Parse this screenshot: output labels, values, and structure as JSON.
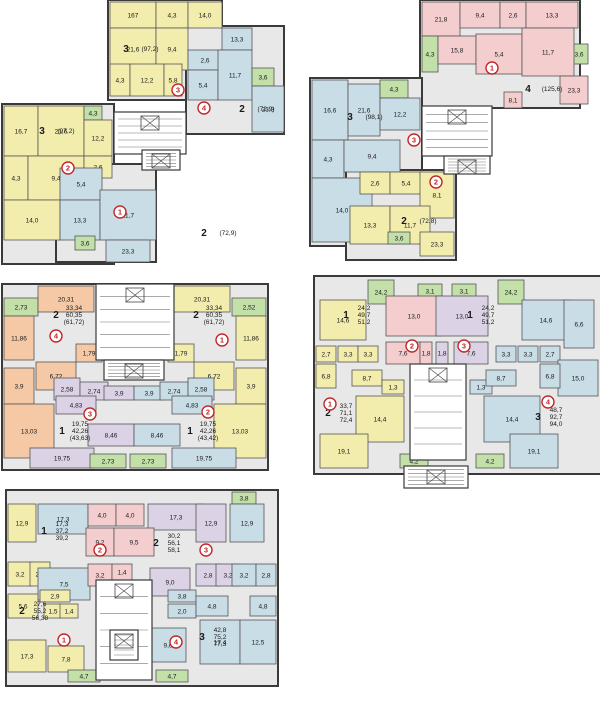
{
  "palette": {
    "yellow": "#f2ecad",
    "blue": "#c9dde6",
    "pink": "#f4cdcf",
    "lilac": "#dcd2e6",
    "green": "#c2e0a8",
    "orange": "#f5c9a6",
    "core": "#ffffff",
    "wall": "#3a3a3a",
    "badge": "#c0282a"
  },
  "plans": [
    {
      "id": "plan-a",
      "rooms": [
        {
          "color": "yellow",
          "label": "167"
        },
        {
          "color": "yellow",
          "label": "4,3"
        },
        {
          "color": "yellow",
          "label": "14,0"
        },
        {
          "color": "yellow",
          "label": "21,6"
        },
        {
          "color": "yellow",
          "label": "9,4"
        },
        {
          "color": "yellow",
          "label": "4,3"
        },
        {
          "color": "yellow",
          "label": "12,2"
        },
        {
          "color": "yellow",
          "label": "5,8"
        },
        {
          "color": "blue",
          "label": "13,3"
        },
        {
          "color": "blue",
          "label": "2,6"
        },
        {
          "color": "blue",
          "label": "5,4"
        },
        {
          "color": "blue",
          "label": "11,7"
        },
        {
          "color": "green",
          "label": "3,6"
        },
        {
          "color": "blue",
          "label": "23,3"
        },
        {
          "color": "yellow",
          "label": "16,7"
        },
        {
          "color": "yellow",
          "label": "21,6"
        },
        {
          "color": "green",
          "label": "4,3"
        },
        {
          "color": "yellow",
          "label": "12,2"
        },
        {
          "color": "yellow",
          "label": "4,3"
        },
        {
          "color": "yellow",
          "label": "9,4"
        },
        {
          "color": "yellow",
          "label": "2,6"
        },
        {
          "color": "yellow",
          "label": "14,0"
        },
        {
          "color": "blue",
          "label": "5,4"
        },
        {
          "color": "blue",
          "label": "13,3"
        },
        {
          "color": "blue",
          "label": "11,7"
        },
        {
          "color": "green",
          "label": "3,6"
        },
        {
          "color": "blue",
          "label": "23,3"
        }
      ],
      "units": [
        {
          "rooms": "3",
          "area": "(97,2)"
        },
        {
          "rooms": "2",
          "area": "(72,9)"
        },
        {
          "rooms": "3",
          "area": "(97,2)"
        },
        {
          "rooms": "2",
          "area": "(72,9)"
        }
      ],
      "badges": [
        "3",
        "4",
        "2",
        "1"
      ]
    },
    {
      "id": "plan-b",
      "rooms": [
        {
          "color": "pink",
          "label": "21,8"
        },
        {
          "color": "pink",
          "label": "9,4"
        },
        {
          "color": "pink",
          "label": "2,6"
        },
        {
          "color": "pink",
          "label": "13,3"
        },
        {
          "color": "green",
          "label": "4,3"
        },
        {
          "color": "pink",
          "label": "15,8"
        },
        {
          "color": "pink",
          "label": "5,4"
        },
        {
          "color": "green",
          "label": "3,6"
        },
        {
          "color": "pink",
          "label": "11,7"
        },
        {
          "color": "pink",
          "label": "23,3"
        },
        {
          "color": "blue",
          "label": "16,6"
        },
        {
          "color": "blue",
          "label": "21,6"
        },
        {
          "color": "green",
          "label": "4,3"
        },
        {
          "color": "blue",
          "label": "12,2"
        },
        {
          "color": "blue",
          "label": "4,3"
        },
        {
          "color": "blue",
          "label": "9,4"
        },
        {
          "color": "blue",
          "label": "14,0"
        },
        {
          "color": "yellow",
          "label": "2,6"
        },
        {
          "color": "yellow",
          "label": "5,4"
        },
        {
          "color": "yellow",
          "label": "8,1"
        },
        {
          "color": "yellow",
          "label": "13,3"
        },
        {
          "color": "yellow",
          "label": "11,7"
        },
        {
          "color": "green",
          "label": "3,6"
        },
        {
          "color": "yellow",
          "label": "23,3"
        },
        {
          "color": "pink",
          "label": "8,1"
        }
      ],
      "units": [
        {
          "rooms": "4",
          "area": "(125,6)"
        },
        {
          "rooms": "3",
          "area": "(98,1)"
        },
        {
          "rooms": "2",
          "area": "(72,8)"
        }
      ],
      "badges": [
        "1",
        "3",
        "2"
      ]
    },
    {
      "id": "plan-c",
      "rooms": [
        {
          "color": "green",
          "label": "2,73"
        },
        {
          "color": "orange",
          "label": "20,31"
        },
        {
          "color": "yellow",
          "label": "20,31"
        },
        {
          "color": "green",
          "label": "2,52"
        },
        {
          "color": "orange",
          "label": "11,86"
        },
        {
          "color": "orange",
          "label": "1,79"
        },
        {
          "color": "yellow",
          "label": "1,79"
        },
        {
          "color": "yellow",
          "label": "11,86"
        },
        {
          "color": "orange",
          "label": "6,72"
        },
        {
          "color": "yellow",
          "label": "6,72"
        },
        {
          "color": "orange",
          "label": "3,9"
        },
        {
          "color": "yellow",
          "label": "3,9"
        },
        {
          "color": "lilac",
          "label": "2,58"
        },
        {
          "color": "lilac",
          "label": "2,74"
        },
        {
          "color": "lilac",
          "label": "3,9"
        },
        {
          "color": "blue",
          "label": "3,9"
        },
        {
          "color": "blue",
          "label": "2,74"
        },
        {
          "color": "blue",
          "label": "2,58"
        },
        {
          "color": "lilac",
          "label": "4,83"
        },
        {
          "color": "blue",
          "label": "4,83"
        },
        {
          "color": "orange",
          "label": "13,03"
        },
        {
          "color": "yellow",
          "label": "13,03"
        },
        {
          "color": "lilac",
          "label": "8,46"
        },
        {
          "color": "blue",
          "label": "8,46"
        },
        {
          "color": "lilac",
          "label": "19,75"
        },
        {
          "color": "blue",
          "label": "19,75"
        },
        {
          "color": "green",
          "label": "2,73"
        },
        {
          "color": "green",
          "label": "2,73"
        }
      ],
      "units": [
        {
          "rooms": "2",
          "area": "33,34",
          "area2": "60,35",
          "area3": "(61,72)"
        },
        {
          "rooms": "2",
          "area": "33,34",
          "area2": "60,35",
          "area3": "(61,72)"
        },
        {
          "rooms": "1",
          "area": "19,75",
          "area2": "42,26",
          "area3": "(43,63)"
        },
        {
          "rooms": "1",
          "area": "19,75",
          "area2": "42,26",
          "area3": "(43,42)"
        }
      ],
      "badges": [
        "4",
        "1",
        "3",
        "2"
      ]
    },
    {
      "id": "plan-d",
      "rooms": [
        {
          "color": "green",
          "label": "24,2"
        },
        {
          "color": "green",
          "label": "3,1"
        },
        {
          "color": "green",
          "label": "3,1"
        },
        {
          "color": "green",
          "label": "24,2"
        },
        {
          "color": "yellow",
          "label": "14,6"
        },
        {
          "color": "pink",
          "label": "13,0"
        },
        {
          "color": "lilac",
          "label": "13,0"
        },
        {
          "color": "blue",
          "label": "14,6"
        },
        {
          "color": "blue",
          "label": "6,6"
        },
        {
          "color": "yellow",
          "label": "2,7"
        },
        {
          "color": "yellow",
          "label": "3,3"
        },
        {
          "color": "yellow",
          "label": "3,3"
        },
        {
          "color": "pink",
          "label": "7,6"
        },
        {
          "color": "pink",
          "label": "1,8"
        },
        {
          "color": "lilac",
          "label": "1,8"
        },
        {
          "color": "lilac",
          "label": "7,6"
        },
        {
          "color": "blue",
          "label": "3,3"
        },
        {
          "color": "blue",
          "label": "3,3"
        },
        {
          "color": "blue",
          "label": "2,7"
        },
        {
          "color": "blue",
          "label": "15,0"
        },
        {
          "color": "yellow",
          "label": "6,8"
        },
        {
          "color": "yellow",
          "label": "8,7"
        },
        {
          "color": "yellow",
          "label": "1,3"
        },
        {
          "color": "blue",
          "label": "1,3"
        },
        {
          "color": "blue",
          "label": "8,7"
        },
        {
          "color": "blue",
          "label": "6,8"
        },
        {
          "color": "yellow",
          "label": "14,4"
        },
        {
          "color": "blue",
          "label": "14,4"
        },
        {
          "color": "yellow",
          "label": "19,1"
        },
        {
          "color": "blue",
          "label": "19,1"
        },
        {
          "color": "green",
          "label": "4,2"
        },
        {
          "color": "green",
          "label": "4,2"
        }
      ],
      "units": [
        {
          "rooms": "1",
          "area": "24,2",
          "area2": "49,7",
          "area3": "51,2"
        },
        {
          "rooms": "1",
          "area": "24,2",
          "area2": "49,7",
          "area3": "51,2"
        },
        {
          "rooms": "2",
          "area": "33,7",
          "area2": "71,1",
          "area3": "72,4"
        },
        {
          "rooms": "3",
          "area": "48,7",
          "area2": "92,7",
          "area3": "94,0"
        }
      ],
      "badges": [
        "2",
        "3",
        "1",
        "4"
      ]
    },
    {
      "id": "plan-e",
      "rooms": [
        {
          "color": "green",
          "label": "3,8"
        },
        {
          "color": "yellow",
          "label": "12,9"
        },
        {
          "color": "blue",
          "label": "17,3"
        },
        {
          "color": "pink",
          "label": "4,0"
        },
        {
          "color": "pink",
          "label": "4,0"
        },
        {
          "color": "lilac",
          "label": "17,3"
        },
        {
          "color": "lilac",
          "label": "12,9"
        },
        {
          "color": "blue",
          "label": "12,9"
        },
        {
          "color": "pink",
          "label": "9,2"
        },
        {
          "color": "pink",
          "label": "9,5"
        },
        {
          "color": "yellow",
          "label": "3,2"
        },
        {
          "color": "yellow",
          "label": "2,8"
        },
        {
          "color": "blue",
          "label": "7,5"
        },
        {
          "color": "pink",
          "label": "3,2"
        },
        {
          "color": "pink",
          "label": "1,4"
        },
        {
          "color": "lilac",
          "label": "9,0"
        },
        {
          "color": "lilac",
          "label": "2,8"
        },
        {
          "color": "lilac",
          "label": "3,2"
        },
        {
          "color": "blue",
          "label": "3,2"
        },
        {
          "color": "blue",
          "label": "2,8"
        },
        {
          "color": "yellow",
          "label": "2,9"
        },
        {
          "color": "yellow",
          "label": "5,6"
        },
        {
          "color": "yellow",
          "label": "1,5"
        },
        {
          "color": "yellow",
          "label": "1,4"
        },
        {
          "color": "blue",
          "label": "3,8"
        },
        {
          "color": "blue",
          "label": "2,0"
        },
        {
          "color": "blue",
          "label": "4,8"
        },
        {
          "color": "blue",
          "label": "4,8"
        },
        {
          "color": "yellow",
          "label": "17,3"
        },
        {
          "color": "yellow",
          "label": "7,8"
        },
        {
          "color": "blue",
          "label": "9,6"
        },
        {
          "color": "blue",
          "label": "17,4"
        },
        {
          "color": "blue",
          "label": "12,5"
        },
        {
          "color": "green",
          "label": "4,7"
        },
        {
          "color": "green",
          "label": "4,7"
        }
      ],
      "units": [
        {
          "rooms": "1",
          "area": "17,3",
          "area2": "37,2",
          "area3": "39,2"
        },
        {
          "rooms": "2",
          "area": "30,2",
          "area2": "56,1",
          "area3": "58,1"
        },
        {
          "rooms": "2",
          "area": "27,6",
          "area2": "55,2",
          "area3": "56,38"
        },
        {
          "rooms": "3",
          "area": "42,8",
          "area2": "75,2",
          "area3": "77,3"
        }
      ],
      "badges": [
        "2",
        "3",
        "1",
        "4"
      ]
    }
  ]
}
